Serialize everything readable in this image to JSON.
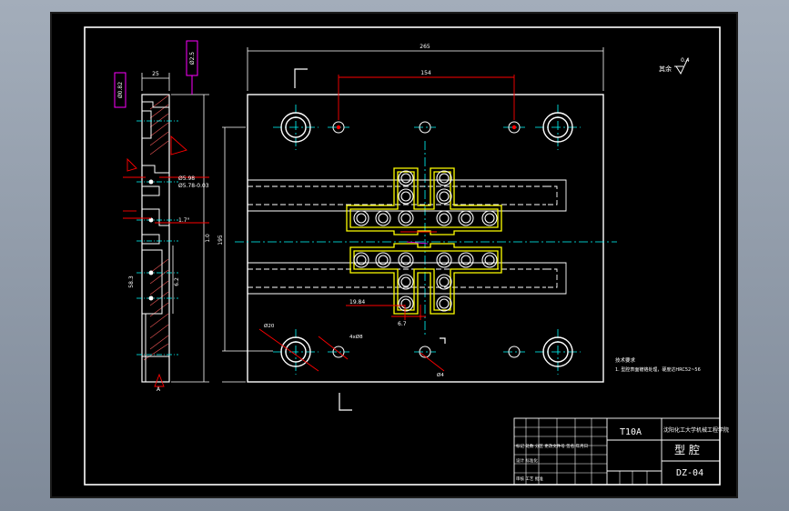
{
  "drawing": {
    "material": "T10A",
    "school": "沈阳化工大学机械工程学院",
    "part_name": "型 腔",
    "drawing_no": "DZ-04",
    "roughness_label": "其余",
    "roughness_value": "0.4",
    "notes_title": "技术要求",
    "notes_line": "1. 型腔表面镀铬处理，硬度达HRC52~56",
    "dim_top_overall": "265",
    "dim_top_inner": "154",
    "dim_left_height": "195",
    "dim_side_top": "25",
    "dim_side_tol": "Ø0.82",
    "dim_side_a": "Ø2.5",
    "dim_side_b": "1.0",
    "dim_side_c": "6.2",
    "dim_fit_1": "Ø5.98",
    "dim_fit_2": "Ø5.78-0.03",
    "dim_fit_3": "1.7°",
    "dim_fit_4": "58.3",
    "dim_bottom_left": "Ø20",
    "dim_bottom_mid": "4xØ8",
    "dim_bottom_right": "Ø4",
    "dim_center": "19.84",
    "dim_center_b": "6.7",
    "dim_datum": "A",
    "title_small_1": "标记 处数 分区 更改文件号 签名 年月日",
    "title_small_2": "设计 标准化",
    "title_small_3": "审核 工艺 批准"
  },
  "colors": {
    "outline": "#ffffff",
    "cavity": "#ffff00",
    "center": "#00ffff",
    "dimension": "#ff0000",
    "magenta": "#ff00ff"
  }
}
